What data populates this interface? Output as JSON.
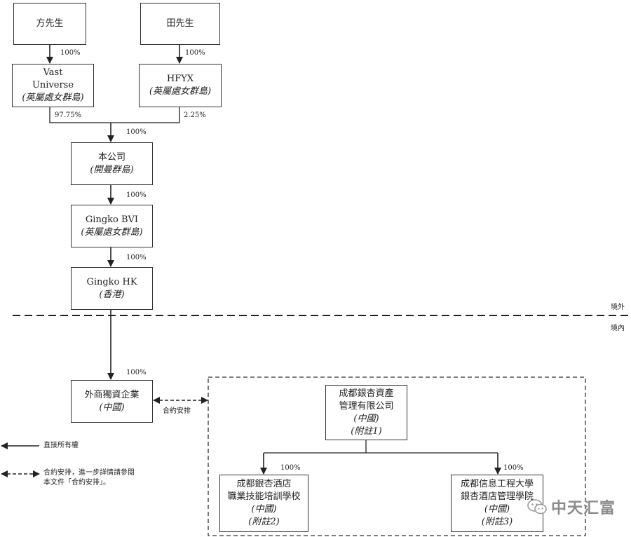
{
  "nodes": {
    "fang": {
      "lines": [
        "方先生"
      ]
    },
    "tian": {
      "lines": [
        "田先生"
      ]
    },
    "vast": {
      "lines": [
        "Vast",
        "Universe"
      ],
      "note": "(英屬處女群島)"
    },
    "hfyx": {
      "lines": [
        "HFYX"
      ],
      "note": "(英屬處女群島)"
    },
    "company": {
      "lines": [
        "本公司"
      ],
      "note": "(開曼群島)"
    },
    "gingko_bvi": {
      "lines": [
        "Gingko BVI"
      ],
      "note": "(英屬處女群島)"
    },
    "gingko_hk": {
      "lines": [
        "Gingko HK"
      ],
      "note": "(香港)"
    },
    "wfoe": {
      "lines": [
        "外商獨資企業"
      ],
      "note": "(中國)"
    },
    "asset_mgmt": {
      "lines": [
        "成都銀杏資產",
        "管理有限公司"
      ],
      "notes": [
        "(中國)",
        "(附註1)"
      ]
    },
    "vocational": {
      "lines": [
        "成都銀杏酒店",
        "職業技能培訓學校"
      ],
      "notes": [
        "(中國)",
        "(附註2)"
      ]
    },
    "college": {
      "lines": [
        "成都信息工程大學",
        "銀杏酒店管理學院"
      ],
      "notes": [
        "(中國)",
        "(附註3)"
      ]
    }
  },
  "percentages": {
    "fang_vast": "100%",
    "tian_hfyx": "100%",
    "vast_company": "97.75%",
    "hfyx_company": "2.25%",
    "to_company": "100%",
    "company_bvi": "100%",
    "bvi_hk": "100%",
    "hk_wfoe": "100%",
    "asset_vocational": "100%",
    "asset_college": "100%"
  },
  "labels": {
    "offshore": "境外",
    "onshore": "境內",
    "contractual": "合約安排"
  },
  "legend": {
    "direct": "直接所有權",
    "contract_line1": "合約安排，進一步詳情請參閱",
    "contract_line2": "本文件「合約安排」。"
  },
  "watermark": {
    "text": "中天汇富"
  },
  "colors": {
    "line": "#222222",
    "box_border": "#333333"
  }
}
